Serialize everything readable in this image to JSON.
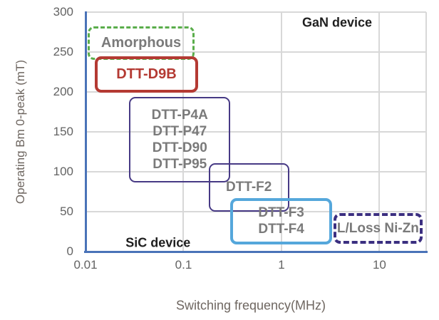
{
  "chart_data": {
    "type": "region-map",
    "title": "",
    "xlabel": "Switching frequency(MHz)",
    "ylabel": "Operating Bm 0-peak (mT)",
    "x_scale": "log",
    "x_range": [
      0.01,
      30
    ],
    "y_range": [
      0,
      300
    ],
    "grid": true,
    "x_ticks": [
      {
        "value": 0.01,
        "label": "0.01"
      },
      {
        "value": 0.1,
        "label": "0.1"
      },
      {
        "value": 1,
        "label": "1"
      },
      {
        "value": 10,
        "label": "10"
      }
    ],
    "y_ticks": [
      {
        "value": 0,
        "label": "0"
      },
      {
        "value": 50,
        "label": "50"
      },
      {
        "value": 100,
        "label": "100"
      },
      {
        "value": 150,
        "label": "150"
      },
      {
        "value": 200,
        "label": "200"
      },
      {
        "value": 250,
        "label": "250"
      },
      {
        "value": 300,
        "label": "300"
      }
    ],
    "regions": [
      {
        "id": "amorphous",
        "label_lines": [
          "Amorphous"
        ],
        "freq_mhz": [
          0.0105,
          0.13
        ],
        "bm_mt": [
          240,
          282
        ],
        "border_color": "#5aad4b",
        "border_style": "dashed",
        "border_width": 3,
        "label_color": "#7a7a7a",
        "label_bold": false,
        "label_size": 20
      },
      {
        "id": "dtt-d9b",
        "label_lines": [
          "DTT-D9B"
        ],
        "freq_mhz": [
          0.0125,
          0.14
        ],
        "bm_mt": [
          199,
          245
        ],
        "border_color": "#b43a33",
        "border_style": "solid",
        "border_width": 4,
        "label_color": "#b43a33",
        "label_bold": true,
        "label_size": 20
      },
      {
        "id": "dtt-p-group",
        "label_lines": [
          "DTT-P4A",
          "DTT-P47",
          "DTT-D90",
          "DTT-P95"
        ],
        "freq_mhz": [
          0.028,
          0.3
        ],
        "bm_mt": [
          87,
          194
        ],
        "border_color": "#473a85",
        "border_style": "solid",
        "border_width": 2,
        "label_color": "#7a7a7a",
        "label_bold": false,
        "label_size": 19
      },
      {
        "id": "dtt-f2",
        "label_lines": [
          "DTT-F2"
        ],
        "freq_mhz": [
          0.18,
          1.2
        ],
        "bm_mt": [
          50,
          111
        ],
        "border_color": "#473a85",
        "border_style": "solid",
        "border_width": 2,
        "label_color": "#7a7a7a",
        "label_bold": false,
        "label_size": 19
      },
      {
        "id": "dtt-f3-f4",
        "label_lines": [
          "DTT-F3",
          "DTT-F4"
        ],
        "freq_mhz": [
          0.3,
          3.3
        ],
        "bm_mt": [
          9,
          67
        ],
        "border_color": "#55a7db",
        "border_style": "solid",
        "border_width": 4,
        "label_color": "#7a7a7a",
        "label_bold": false,
        "label_size": 19
      },
      {
        "id": "ni-zn",
        "label_lines": [
          "L/Loss Ni-Zn"
        ],
        "freq_mhz": [
          3.4,
          27.5
        ],
        "bm_mt": [
          10,
          48
        ],
        "border_color": "#3b2f80",
        "border_style": "dashed",
        "border_width": 4,
        "label_color": "#7a7a7a",
        "label_bold": false,
        "label_size": 19
      }
    ],
    "annotations": [
      {
        "id": "gan-device",
        "text": "GaN device",
        "freq_mhz": 3.7,
        "bm_mt": 287,
        "color": "#1f1f1f"
      },
      {
        "id": "sic-device",
        "text": "SiC device",
        "freq_mhz": 0.055,
        "bm_mt": 11,
        "color": "#1f1f1f"
      }
    ],
    "colors": {
      "axis_line": "#4a73b8",
      "gridline": "#d8d8d8",
      "tick_label": "#636363",
      "axis_title": "#6e6660",
      "background": "#ffffff"
    }
  }
}
